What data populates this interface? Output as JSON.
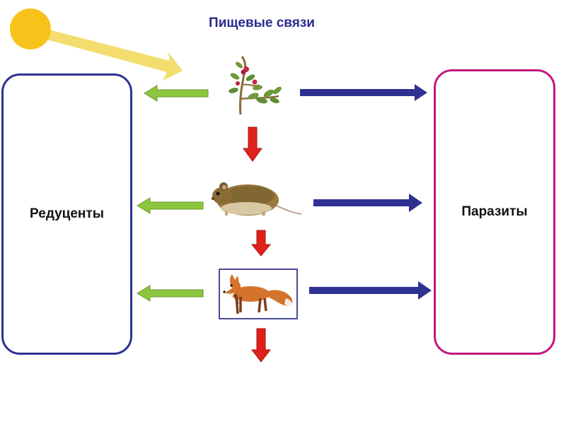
{
  "title": "Пищевые связи",
  "left_panel": {
    "label": "Редуценты"
  },
  "right_panel": {
    "label": "Паразиты"
  },
  "organisms": [
    {
      "id": "plant",
      "icon": "berry-plant-icon"
    },
    {
      "id": "mouse",
      "icon": "vole-icon"
    },
    {
      "id": "fox",
      "icon": "fox-icon"
    }
  ],
  "colors": {
    "title": "#2b2b8f",
    "sun": "#f7c21a",
    "sun_ray": "#f2d95e",
    "to_reducers_arrow": "#8cc63f",
    "to_parasites_arrow": "#2e3192",
    "food_chain_arrow": "#e0201b",
    "reducers_border": "#2e3192",
    "parasites_border": "#c2187e"
  }
}
